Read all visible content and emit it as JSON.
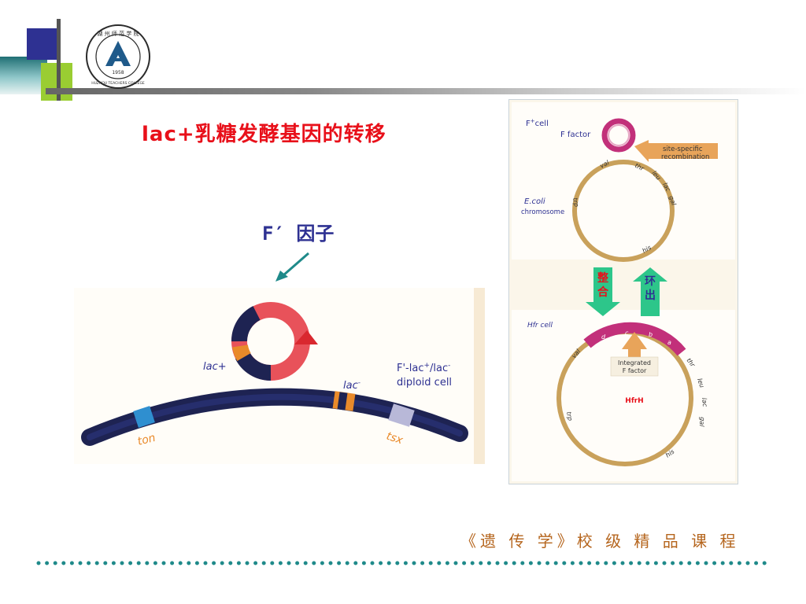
{
  "title": "lac+乳糖发酵基因的转移",
  "f_prime_label": "F′ 因子",
  "footer": "《遗 传 学》校 级 精 品 课 程",
  "logo": {
    "year": "1958"
  },
  "left_figure": {
    "lac_plus": "lac+",
    "lac_minus": "lac",
    "lac_minus_sup": "-",
    "diploid_line1": "F'-lac",
    "diploid_line1_sup": "+",
    "diploid_line1_rest": "/lac",
    "diploid_line1_sup2": "-",
    "diploid_line2": "diploid cell",
    "ton": "ton",
    "tsx": "tsx"
  },
  "right_figure": {
    "f_cell": "F",
    "f_cell_sup": "+",
    "f_cell_rest": "cell",
    "f_factor": "F factor",
    "site_specific_1": "site-specific",
    "site_specific_2": "recombination",
    "ecoli": "E.coli",
    "chromosome": "chromosome",
    "top_genes": {
      "val": "val",
      "thr": "thr",
      "leu": "leu",
      "lac": "lac",
      "gal": "gal",
      "trp": "trp",
      "his": "his"
    },
    "arrow_integrate_1": "整",
    "arrow_integrate_2": "合",
    "arrow_excise_1": "环",
    "arrow_excise_2": "出",
    "hfr_cell": "Hfr cell",
    "bottom_genes": {
      "d": "d",
      "c": "c",
      "b": "b",
      "a": "a",
      "val": "val",
      "thr": "thr",
      "leu": "leu",
      "lac": "lac",
      "gal": "gal",
      "trp": "trp",
      "his": "his"
    },
    "integrated_1": "Integrated",
    "integrated_2": "F factor",
    "hfrh": "HfrH"
  },
  "colors": {
    "title": "#e8101a",
    "f_label": "#2e3192",
    "footer": "#b5651d",
    "dots": "#1f8a8a"
  }
}
